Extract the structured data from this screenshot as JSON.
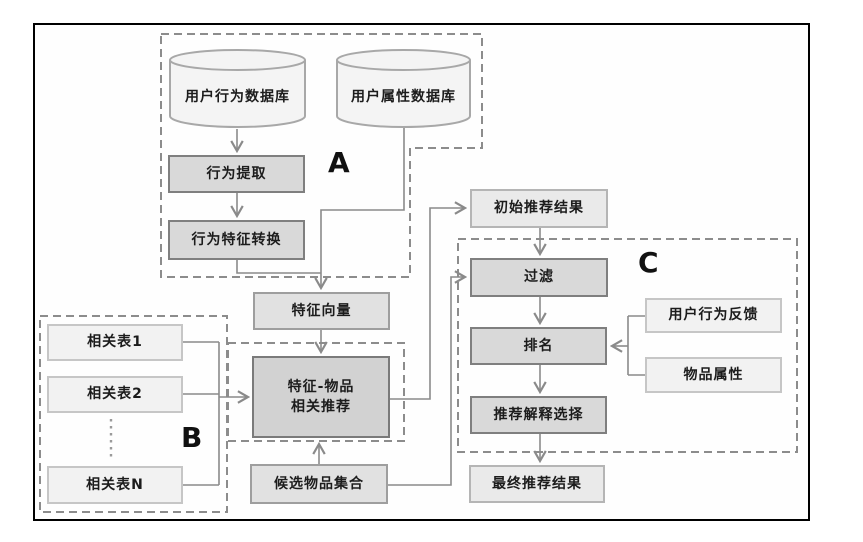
{
  "diagram": {
    "title_hint": "recommendation-pipeline-flowchart",
    "region_labels": {
      "a": "A",
      "b": "B",
      "c": "C"
    },
    "nodes": {
      "user_behavior_db": {
        "label": "用户行为数据库",
        "shape": "cylinder"
      },
      "user_attr_db": {
        "label": "用户属性数据库",
        "shape": "cylinder"
      },
      "behavior_extract": {
        "label": "行为提取"
      },
      "behavior_transform": {
        "label": "行为特征转换"
      },
      "feature_vector": {
        "label": "特征向量"
      },
      "feature_item_rec": {
        "line1": "特征-物品",
        "line2": "相关推荐"
      },
      "candidate_set": {
        "label": "候选物品集合"
      },
      "rel_table_1": {
        "label": "相关表1"
      },
      "rel_table_2": {
        "label": "相关表2"
      },
      "rel_table_n": {
        "label": "相关表N"
      },
      "initial_result": {
        "label": "初始推荐结果"
      },
      "filter": {
        "label": "过滤"
      },
      "rank": {
        "label": "排名"
      },
      "explain_select": {
        "label": "推荐解释选择"
      },
      "final_result": {
        "label": "最终推荐结果"
      },
      "user_feedback": {
        "label": "用户行为反馈"
      },
      "item_attr": {
        "label": "物品属性"
      }
    },
    "colors": {
      "frame_border": "#000000",
      "dashed_region": "#8c8c8c",
      "connector": "#8a8a8a",
      "process_fill": "#d9d9d9",
      "process_border": "#7f7f7f",
      "light_fill": "#eaeaea",
      "faint_fill": "#f2f2f2",
      "cylinder_fill": "#f4f4f4",
      "text": "#1c1c1c"
    }
  }
}
